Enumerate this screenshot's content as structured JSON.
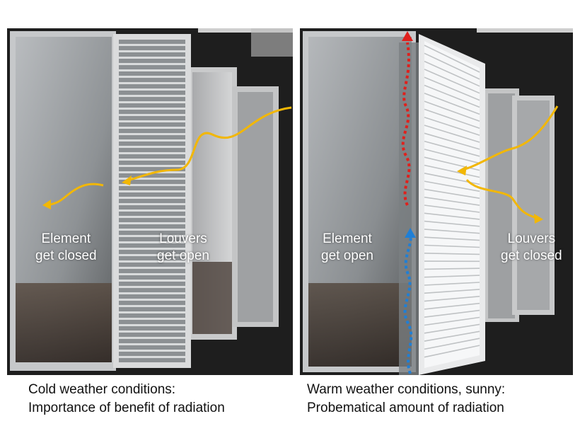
{
  "left_panel": {
    "element_label": [
      "Element",
      "get closed"
    ],
    "louvers_label": [
      "Louvers",
      "get open"
    ],
    "caption": [
      "Cold weather conditions:",
      "Importance of benefit of radiation"
    ]
  },
  "right_panel": {
    "element_label": [
      "Element",
      "get open"
    ],
    "louvers_label": [
      "Louvers",
      "get closed"
    ],
    "caption": [
      "Warm weather conditions, sunny:",
      "Probematical amount of radiation"
    ]
  },
  "colors": {
    "sun_arrow": "#f2b705",
    "warm_air_arrow": "#e0201c",
    "cool_air_arrow": "#1f7fd6",
    "facade_dark": "#222222"
  }
}
